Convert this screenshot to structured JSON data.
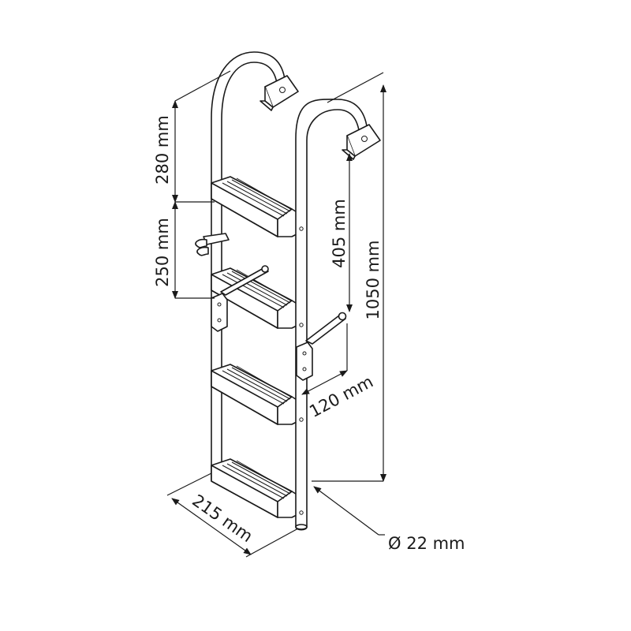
{
  "diagram": {
    "dimensions": {
      "top_step_offset": "280 mm",
      "step_spacing": "250 mm",
      "hook_to_step": "405 mm",
      "total_height": "1050 mm",
      "standoff_length": "120 mm",
      "width": "215 mm",
      "tube_diameter": "Ø 22 mm"
    },
    "colors": {
      "line": "#1a1a1a",
      "background": "#ffffff"
    },
    "steps_count": 4
  }
}
